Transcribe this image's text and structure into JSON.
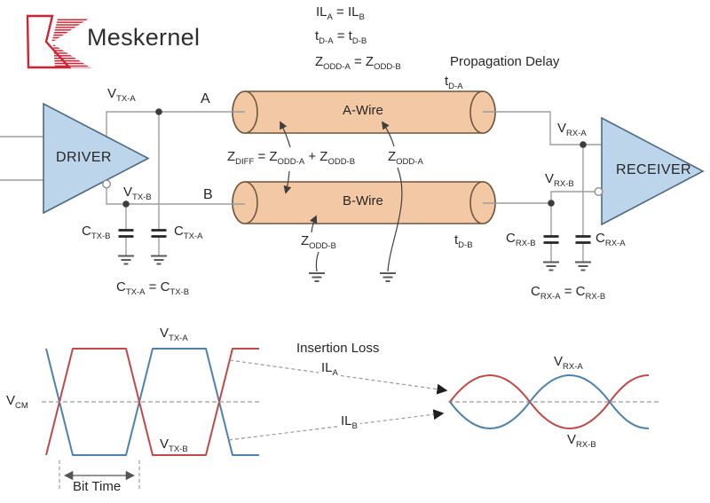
{
  "brand": {
    "name": "Meskernel"
  },
  "colors": {
    "logo_red": "#cf2333",
    "block_fill": "#bdd5ea",
    "block_stroke": "#4d6a85",
    "wire_fill": "#f2c9a4",
    "wire_stroke": "#6e573f",
    "signal_red": "#bf4a47",
    "signal_blue": "#4e81ad",
    "circuit_gray": "#9e9e9e"
  },
  "labels": {
    "driver": "DRIVER",
    "receiver": "RECEIVER",
    "a_wire": "A-Wire",
    "b_wire": "B-Wire",
    "port_a": "A",
    "port_b": "B",
    "propagation_delay": "Propagation Delay",
    "insertion_loss": "Insertion Loss",
    "bit_time": "Bit Time"
  },
  "sublabels": {
    "eq_il": [
      {
        "t": "IL"
      },
      {
        "s": "A"
      },
      {
        "t": " = IL"
      },
      {
        "s": "B"
      }
    ],
    "eq_td": [
      {
        "t": "t"
      },
      {
        "s": "D-A"
      },
      {
        "t": " = t"
      },
      {
        "s": "D-B"
      }
    ],
    "eq_zodd": [
      {
        "t": "Z"
      },
      {
        "s": "ODD-A"
      },
      {
        "t": " = Z"
      },
      {
        "s": "ODD-B"
      }
    ],
    "eq_zdiff": [
      {
        "t": "Z"
      },
      {
        "s": "DIFF"
      },
      {
        "t": " = Z"
      },
      {
        "s": "ODD-A"
      },
      {
        "t": " + Z"
      },
      {
        "s": "ODD-B"
      }
    ],
    "eq_ctx": [
      {
        "t": "C"
      },
      {
        "s": "TX-A"
      },
      {
        "t": " = C"
      },
      {
        "s": "TX-B"
      }
    ],
    "eq_crx": [
      {
        "t": "C"
      },
      {
        "s": "RX-A"
      },
      {
        "t": " = C"
      },
      {
        "s": "RX-B"
      }
    ],
    "t_da": [
      {
        "t": "t"
      },
      {
        "s": "D-A"
      }
    ],
    "t_db": [
      {
        "t": "t"
      },
      {
        "s": "D-B"
      }
    ],
    "v_tx_a": [
      {
        "t": "V"
      },
      {
        "s": "TX-A"
      }
    ],
    "v_tx_b": [
      {
        "t": "V"
      },
      {
        "s": "TX-B"
      }
    ],
    "v_rx_a": [
      {
        "t": "V"
      },
      {
        "s": "RX-A"
      }
    ],
    "v_rx_b": [
      {
        "t": "V"
      },
      {
        "s": "RX-B"
      }
    ],
    "c_tx_a": [
      {
        "t": "C"
      },
      {
        "s": "TX-A"
      }
    ],
    "c_tx_b": [
      {
        "t": "C"
      },
      {
        "s": "TX-B"
      }
    ],
    "c_rx_a": [
      {
        "t": "C"
      },
      {
        "s": "RX-A"
      }
    ],
    "c_rx_b": [
      {
        "t": "C"
      },
      {
        "s": "RX-B"
      }
    ],
    "z_odd_a": [
      {
        "t": "Z"
      },
      {
        "s": "ODD-A"
      }
    ],
    "z_odd_b": [
      {
        "t": "Z"
      },
      {
        "s": "ODD-B"
      }
    ],
    "v_cm": [
      {
        "t": "V"
      },
      {
        "s": "CM"
      }
    ],
    "il_a": [
      {
        "t": "IL"
      },
      {
        "s": "A"
      }
    ],
    "il_b": [
      {
        "t": "IL"
      },
      {
        "s": "B"
      }
    ]
  }
}
